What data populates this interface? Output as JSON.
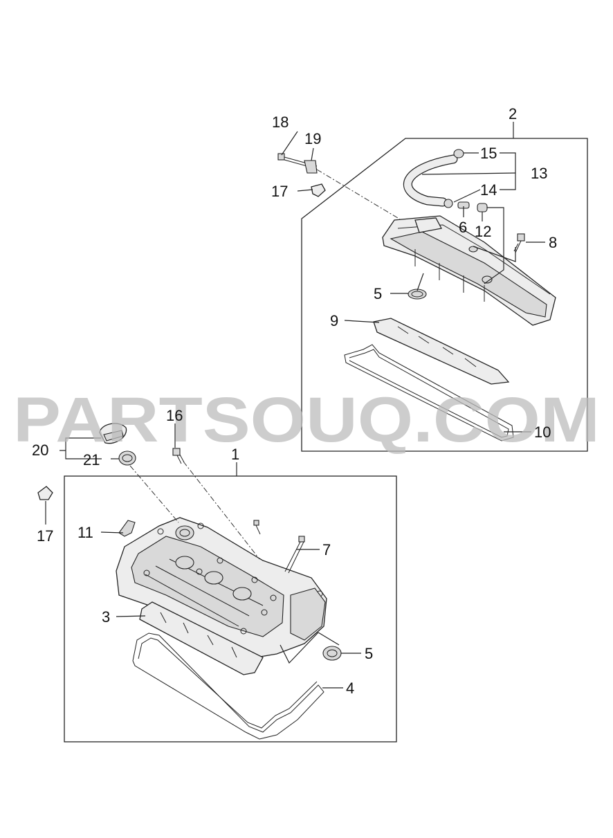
{
  "watermark": "PARTSOUQ.COM",
  "callouts": {
    "c1": "1",
    "c2": "2",
    "c3": "3",
    "c4": "4",
    "c5a": "5",
    "c5b": "5",
    "c6": "6",
    "c7": "7",
    "c8": "8",
    "c9": "9",
    "c10": "10",
    "c11": "11",
    "c12": "12",
    "c13": "13",
    "c14": "14",
    "c15": "15",
    "c16": "16",
    "c17a": "17",
    "c17b": "17",
    "c18": "18",
    "c19": "19",
    "c20": "20",
    "c21": "21"
  },
  "colors": {
    "line": "#222222",
    "watermark": "#bdbdbd",
    "background": "#ffffff"
  }
}
